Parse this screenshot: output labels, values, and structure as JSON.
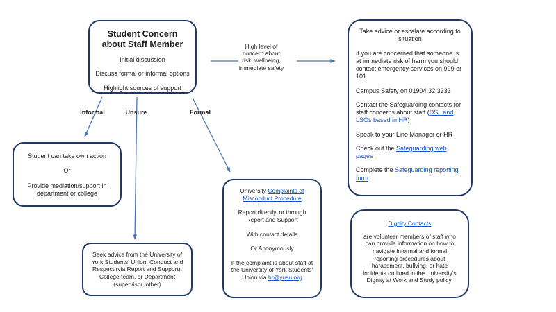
{
  "colors": {
    "box_border": "#1f3864",
    "arrow": "#4a74b8",
    "link": "#1155cc",
    "text": "#1c1c1c"
  },
  "top_box": {
    "title": "Student Concern about Staff Member",
    "items": [
      "Initial discussion",
      "Discuss formal or informal options",
      "Highlight sources of support"
    ]
  },
  "flow_labels": {
    "informal": "Informal",
    "unsure": "Unsure",
    "formal": "Formal"
  },
  "escalation_note": {
    "text": "High level of concern about risk, wellbeing, immediate safety"
  },
  "right_box": {
    "heading": "Take advice or escalate according to situation",
    "p_emergency": "If you are concerned that someone is at immediate risk of harm you should contact emergency services on 999 or 101",
    "p_campus": "Campus Safety on 01904 32 3333",
    "p_safeguarding_pre": "Contact the Safeguarding contacts for staff concerns about staff (",
    "p_safeguarding_link": "DSL and LSOs based in HR",
    "p_safeguarding_post": ")",
    "p_line_manager": "Speak to your Line Manager or HR",
    "p_web_pre": "Check out the ",
    "p_web_link": "Safeguarding web pages",
    "p_form_pre": "Complete the ",
    "p_form_link": "Safeguarding reporting form"
  },
  "dignity_box": {
    "link": "Dignity Contacts",
    "body": "are volunteer members of staff who can provide information on how to navigate informal and formal reporting procedures about harassment, bullying, or hate incidents outlined in the University's Dignity at Work and Study policy."
  },
  "left_box": {
    "lines": [
      "Student can take own action",
      "Or",
      "Provide mediation/support in department or college"
    ]
  },
  "seek_box": {
    "text": "Seek advice from the University of York Students' Union, Conduct and Respect (via Report and Support), College team, or Department (supervisor, other)"
  },
  "univ_box": {
    "p1_pre": "University ",
    "p1_link": "Complaints of Misconduct Procedure",
    "p2": "Report directly, or through Report and Support",
    "p3": "With contact details",
    "p4": "Or Anonymously",
    "p5_pre": "If the complaint is about staff at the University of York Students' Union via ",
    "p5_link": "hr@yusu.org"
  }
}
